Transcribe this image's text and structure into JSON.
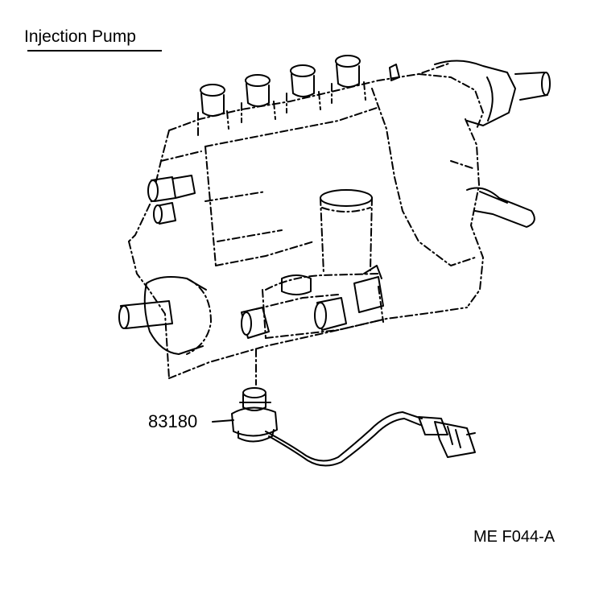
{
  "title": "Injection Pump",
  "part_number": "83180",
  "figure_code": "ME F044-A"
}
